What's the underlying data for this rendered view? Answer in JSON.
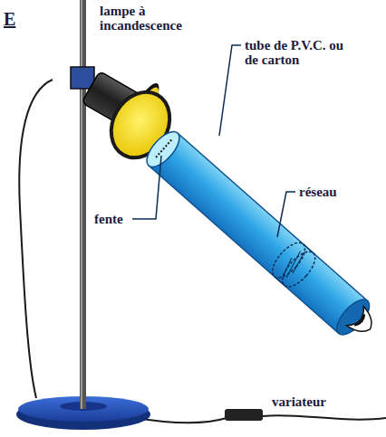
{
  "diagram": {
    "labels": [
      "E",
      "lampe à incandescence",
      "tube de P.V.C. ou de carton",
      "fente",
      "réseau",
      "variateur"
    ]
  }
}
